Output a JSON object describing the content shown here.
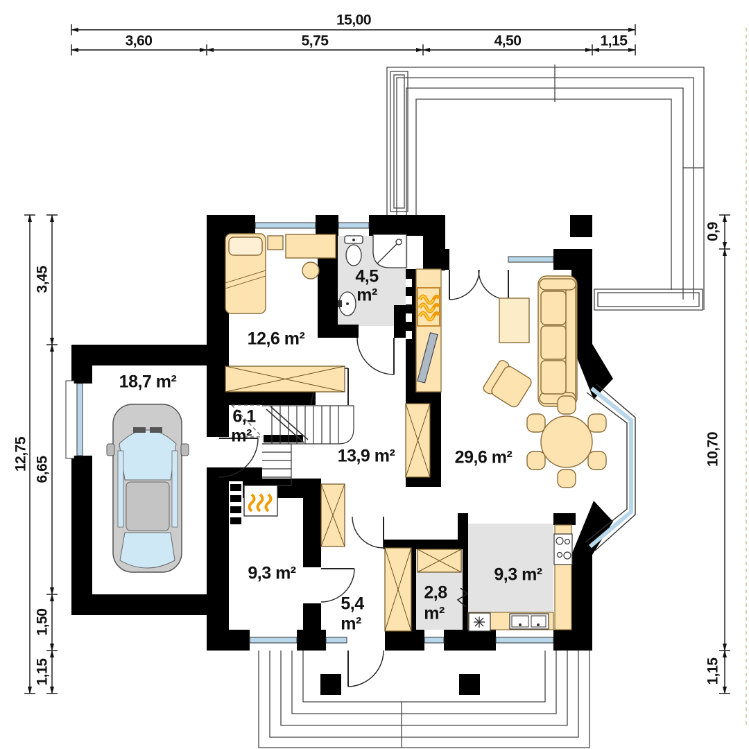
{
  "plan_title": "house ground floor plan",
  "dimensions": {
    "top": {
      "total": "15,00",
      "segments": [
        "3,60",
        "5,75",
        "4,50",
        "1,15"
      ]
    },
    "left": {
      "total": "12,75",
      "segments": [
        "3,45",
        "6,65",
        "1,50",
        "1,15"
      ]
    },
    "right": {
      "segments": [
        "0,9",
        "10,70",
        "1,15"
      ]
    }
  },
  "rooms": {
    "garage": {
      "area": "18,7 m²"
    },
    "bedroom": {
      "area": "12,6 m²"
    },
    "bathroom": {
      "area": "4,5",
      "unit": "m²"
    },
    "hall_small": {
      "area": "6,1",
      "unit": "m²"
    },
    "hall": {
      "area": "13,9 m²"
    },
    "living": {
      "area": "29,6 m²"
    },
    "utility": {
      "area": "9,3 m²"
    },
    "entry": {
      "area": "5,4",
      "unit": "m²"
    },
    "pantry": {
      "area": "2,8",
      "unit": "m²"
    },
    "kitchen": {
      "area": "9,3 m²"
    }
  },
  "colors": {
    "wall": "#000000",
    "furniture": "#fce3b0",
    "glass": "#b9d7ea",
    "wet_floor": "#e3e3e3",
    "flame": "#f29b00",
    "car_body": "#cccccc",
    "car_glass": "#cfe8f6"
  }
}
